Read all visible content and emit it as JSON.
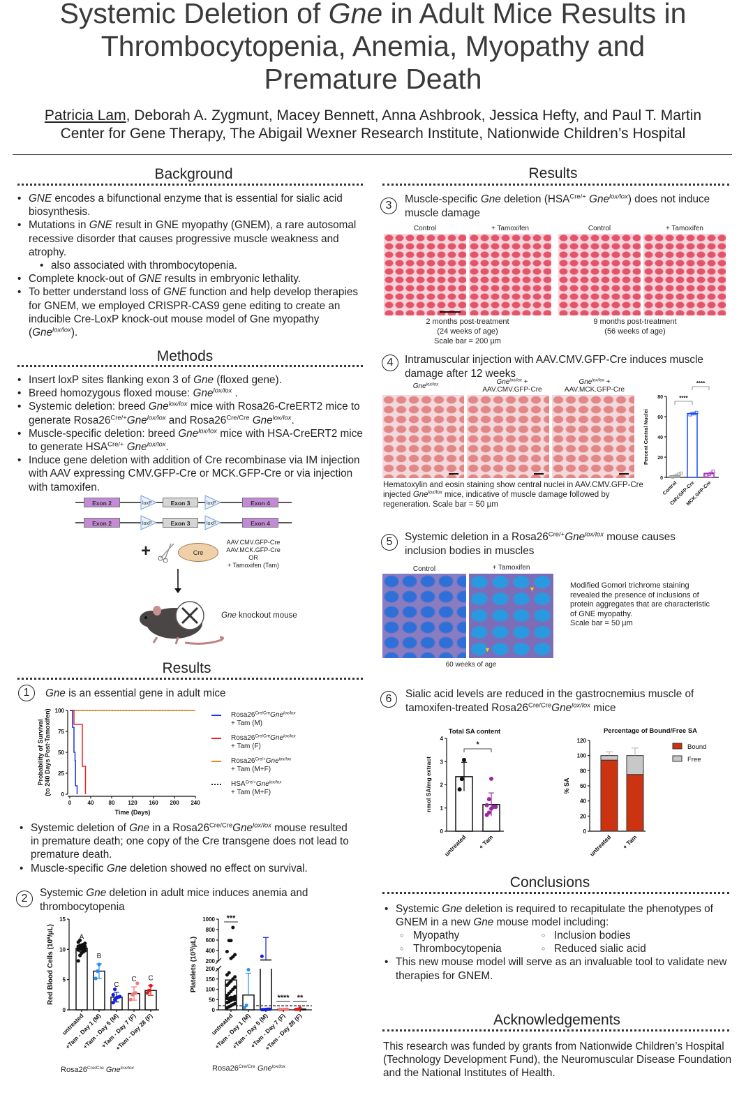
{
  "header": {
    "title_lines": [
      [
        "Systemic Deletion of ",
        {
          "i": "Gne"
        },
        " in Adult Mice Results in"
      ],
      [
        "Thrombocytopenia, Anemia, Myopathy and"
      ],
      [
        "Premature Death"
      ]
    ],
    "presenter": "Patricia Lam",
    "coauthors": ", Deborah A. Zygmunt, Macey Bennett, Anna Ashbrook, Jessica Hefty, and Paul T. Martin",
    "affiliation": "Center for Gene Therapy, The Abigail Wexner Research Institute, Nationwide Children’s Hospital"
  },
  "background": {
    "heading": "Background",
    "bullets": [
      {
        "sub": false,
        "text": [
          {
            "i": "GNE"
          },
          " encodes a bifunctional enzyme that is essential for sialic acid biosynthesis."
        ]
      },
      {
        "sub": false,
        "text": [
          "Mutations in ",
          {
            "i": "GNE"
          },
          " result in GNE myopathy (GNEM), a rare autosomal recessive disorder that causes progressive muscle weakness and atrophy."
        ]
      },
      {
        "sub": true,
        "text": [
          "also associated with thrombocytopenia."
        ]
      },
      {
        "sub": false,
        "text": [
          "Complete knock-out of ",
          {
            "i": "GNE"
          },
          " results in embryonic lethality."
        ]
      },
      {
        "sub": false,
        "text": [
          "To better understand loss of ",
          {
            "i": "GNE"
          },
          " function and help develop therapies for GNEM, we employed CRISPR-CAS9 gene editing to create an inducible Cre-LoxP knock-out mouse model of Gne myopathy (",
          {
            "i": "Gne"
          },
          {
            "isup": "lox/lox"
          },
          ")."
        ]
      }
    ]
  },
  "methods": {
    "heading": "Methods",
    "bullets": [
      {
        "sub": false,
        "text": [
          "Insert loxP sites flanking exon 3 of ",
          {
            "i": "Gne"
          },
          " (floxed gene)."
        ]
      },
      {
        "sub": false,
        "text": [
          "Breed homozygous floxed mouse: ",
          {
            "i": "Gne"
          },
          {
            "isup": "lox/lox"
          },
          " ."
        ]
      },
      {
        "sub": false,
        "text": [
          "Systemic deletion: breed ",
          {
            "i": "Gne"
          },
          {
            "isup": "lox/lox"
          },
          " mice with Rosa26-CreERT2 mice to generate Rosa26",
          {
            "sup": "Cre/+"
          },
          {
            "i": "Gne"
          },
          {
            "isup": "lox/lox"
          },
          " and Rosa26",
          {
            "sup": "Cre/Cre"
          },
          " ",
          {
            "i": "Gne"
          },
          {
            "isup": "lox/lox"
          },
          "."
        ]
      },
      {
        "sub": false,
        "text": [
          "Muscle-specific deletion: breed ",
          {
            "i": "Gne"
          },
          {
            "isup": "lox/lox"
          },
          " mice with HSA-CreERT2 mice to generate HSA",
          {
            "sup": "Cre/+"
          },
          " ",
          {
            "i": "Gne"
          },
          {
            "isup": "lox/lox"
          },
          "."
        ]
      },
      {
        "sub": false,
        "text": [
          "Induce gene deletion with addition of Cre recombinase via IM injection with AAV expressing CMV.GFP-Cre or MCK.GFP-Cre or via injection with tamoxifen."
        ]
      }
    ],
    "diagram": {
      "exon2": "Exon 2",
      "exon3": "Exon 3",
      "exon4": "Exon 4",
      "loxp": "loxP",
      "plus": "+",
      "cre": "Cre",
      "vectors": [
        "AAV.CMV.GFP-Cre",
        "AAV.MCK.GFP-Cre",
        "OR",
        "+ Tamoxifen (Tam)"
      ],
      "mouse_label": [
        {
          "i": "Gne"
        },
        " knockout mouse"
      ]
    }
  },
  "results_left": {
    "heading": "Results",
    "fig1": {
      "number": "1",
      "title": [
        {
          "i": "Gne"
        },
        " is an essential gene in adult mice"
      ],
      "legend": [
        {
          "color": "#2233dd",
          "style": "solid",
          "line1": [
            "Rosa26",
            {
              "sup": "Cre/Cre"
            },
            {
              "i": "Gne"
            },
            {
              "isup": "lox/lox"
            }
          ],
          "line2": "+ Tam (M)"
        },
        {
          "color": "#ee2222",
          "style": "solid",
          "line1": [
            "Rosa26",
            {
              "sup": "Cre/Cre"
            },
            {
              "i": "Gne"
            },
            {
              "isup": "lox/lox"
            }
          ],
          "line2": "+ Tam (F)"
        },
        {
          "color": "#e08a1e",
          "style": "solid",
          "line1": [
            "Rosa26",
            {
              "sup": "Cre/+"
            },
            {
              "i": "Gne"
            },
            {
              "isup": "lox/lox"
            }
          ],
          "line2": "+ Tam (M+F)"
        },
        {
          "color": "#222222",
          "style": "dotted",
          "line1": [
            "HSA",
            {
              "sup": "Cre/+"
            },
            {
              "i": "Gne"
            },
            {
              "isup": "lox/lox"
            }
          ],
          "line2": "+ Tam (M+F)"
        }
      ],
      "bullets": [
        {
          "sub": false,
          "text": [
            "Systemic deletion of ",
            {
              "i": "Gne"
            },
            " in a Rosa26",
            {
              "sup": "Cre/Cre"
            },
            {
              "i": "Gne"
            },
            {
              "isup": "lox/lox"
            },
            " mouse resulted in premature death; one copy of the Cre transgene does not lead to premature death."
          ]
        },
        {
          "sub": false,
          "text": [
            "Muscle-specific ",
            {
              "i": "Gne"
            },
            " deletion showed no effect on survival."
          ]
        }
      ]
    },
    "fig2": {
      "number": "2",
      "title": [
        "Systemic ",
        {
          "i": "Gne"
        },
        " deletion in adult mice induces anemia and thrombocytopenia"
      ],
      "genotype": [
        "Rosa26",
        {
          "sup": "Cre/Cre"
        },
        " ",
        {
          "i": "Gne"
        },
        {
          "isup": "lox/lox"
        }
      ]
    }
  },
  "results_right": {
    "heading": "Results",
    "fig3": {
      "number": "3",
      "title": [
        "Muscle-specific ",
        {
          "i": "Gne"
        },
        " deletion (HSA",
        {
          "sup": "Cre/+"
        },
        " ",
        {
          "i": "Gne"
        },
        {
          "isup": "lox/lox"
        },
        ") does not induce muscle damage"
      ],
      "labels": [
        "Control",
        "+ Tamoxifen",
        "Control",
        "+ Tamoxifen"
      ],
      "caption_left": [
        "2 months post-treatment",
        "(24 weeks of age)",
        "Scale bar = 200 µm"
      ],
      "caption_right": [
        "9 months post-treatment",
        "(56 weeks of age)"
      ]
    },
    "fig4": {
      "number": "4",
      "title": [
        "Intramuscular injection with AAV.CMV.GFP-Cre induces muscle damage after 12 weeks"
      ],
      "labels": [
        [
          {
            "i": "Gne"
          },
          {
            "isup": "lox/lox"
          }
        ],
        [
          {
            "i": "Gne"
          },
          {
            "isup": "lox/lox"
          },
          " +",
          {
            "br": ""
          },
          "AAV.CMV.GFP-Cre"
        ],
        [
          {
            "i": "Gne"
          },
          {
            "isup": "lox/lox"
          },
          " +",
          {
            "br": ""
          },
          "AAV.MCK.GFP-Cre"
        ]
      ],
      "caption": [
        "Hematoxylin and eosin staining show central nuclei in AAV.CMV.GFP-Cre injected ",
        {
          "i": "Gne"
        },
        {
          "isup": "lox/lox"
        },
        " mice, indicative of muscle damage followed by regeneration.  Scale bar = 50 µm"
      ]
    },
    "fig5": {
      "number": "5",
      "title": [
        "Systemic deletion in a Rosa26",
        {
          "sup": "Cre/+"
        },
        {
          "i": "Gne"
        },
        {
          "isup": "lox/lox"
        },
        " mouse causes inclusion bodies in muscles"
      ],
      "labels": [
        "Control",
        "+ Tamoxifen"
      ],
      "age": "60 weeks of age",
      "caption": [
        "Modified Gomori trichrome staining revealed the presence of inclusions of protein aggregates that are characteristic of GNE myopathy.",
        {
          "br": ""
        },
        "Scale bar = 50 µm"
      ]
    },
    "fig6": {
      "number": "6",
      "title": [
        "Sialic acid levels are reduced in the gastrocnemius muscle of tamoxifen-treated Rosa26",
        {
          "sup": "Cre/Cre"
        },
        {
          "i": "Gne"
        },
        {
          "isup": "lox/lox"
        },
        " mice"
      ]
    }
  },
  "conclusions": {
    "heading": "Conclusions",
    "bullet1": [
      "Systemic ",
      {
        "i": "Gne"
      },
      " deletion is required to recapitulate the phenotypes of GNEM in a new ",
      {
        "i": "Gne"
      },
      " mouse model including:"
    ],
    "subitems": [
      "Myopathy",
      "Inclusion bodies",
      "Thrombocytopenia",
      "Reduced sialic acid"
    ],
    "bullet2": [
      "This new mouse model will serve as an invaluable tool to validate new therapies for GNEM."
    ]
  },
  "acknowledgements": {
    "heading": "Acknowledgements",
    "text": "This research was funded by grants from Nationwide Children’s Hospital (Technology Development Fund), the Neuromuscular Disease Foundation and the National Institutes of Health."
  },
  "chart_data": [
    {
      "type": "line",
      "id": "survival",
      "xlabel": "Time (Days)",
      "ylabel": [
        "Probability of Survival",
        "(to 240 Days Post-Tamoxifen)"
      ],
      "xlim": [
        0,
        240
      ],
      "ylim": [
        0,
        100
      ],
      "xticks": [
        0,
        40,
        80,
        120,
        160,
        200,
        240
      ],
      "yticks": [
        0,
        25,
        50,
        75,
        100
      ],
      "series": [
        {
          "name": "Rosa26Cre/Cre Gnelox/lox + Tam (M)",
          "color": "#2233dd",
          "dash": "",
          "times": [
            0,
            5,
            8,
            10,
            11,
            14
          ],
          "survival": [
            100,
            80,
            50,
            40,
            10,
            0
          ]
        },
        {
          "name": "Rosa26Cre/Cre Gnelox/lox + Tam (F)",
          "color": "#ee2222",
          "dash": "",
          "times": [
            0,
            8,
            24,
            30
          ],
          "survival": [
            100,
            83.3,
            33.3,
            0
          ]
        },
        {
          "name": "Rosa26Cre/+ Gnelox/lox + Tam (M+F)",
          "color": "#e08a1e",
          "dash": "",
          "times": [
            0,
            240
          ],
          "survival": [
            100,
            100
          ]
        },
        {
          "name": "HSACre/+ Gnelox/lox + Tam (M+F)",
          "color": "#222222",
          "dash": "2,2",
          "times": [
            0,
            240
          ],
          "survival": [
            100,
            100
          ]
        }
      ]
    },
    {
      "type": "bar",
      "id": "rbc",
      "ylabel": [
        "Red Blood Cells (10",
        {
          "sup": "6"
        },
        "/µL)"
      ],
      "ylim": [
        0,
        15
      ],
      "yticks": [
        0,
        5,
        10,
        15
      ],
      "categories": [
        "untreated",
        "+Tam - Day 1 (M)",
        "+Tam - Day 5 (M)",
        "+Tam - Day 7 (F)",
        "+Tam - Day 28 (F)"
      ],
      "values": [
        10.2,
        6.4,
        2.1,
        2.7,
        3.2
      ],
      "sd": [
        0.6,
        1.2,
        0.8,
        1.1,
        0.8
      ],
      "letters": [
        "A",
        "B",
        "C",
        "C",
        "C"
      ],
      "colors": [
        "#111111",
        "#2a8cf0",
        "#1020d8",
        "#f07878",
        "#e01818"
      ],
      "points": [
        [
          8.1,
          9.0,
          9.4,
          9.6,
          9.8,
          9.9,
          10.0,
          10.1,
          10.1,
          10.2,
          10.2,
          10.3,
          10.3,
          10.4,
          10.5,
          10.5,
          10.6,
          10.7,
          10.8,
          11.0,
          11.2,
          11.5
        ],
        [
          5.2,
          6.4,
          7.5
        ],
        [
          1.2,
          1.7,
          2.0,
          2.1,
          2.2,
          2.5,
          3.4
        ],
        [
          1.7,
          2.5,
          2.7,
          2.8,
          4.4
        ],
        [
          2.8,
          3.2,
          4.0
        ]
      ]
    },
    {
      "type": "bar",
      "id": "platelets",
      "ylabel": [
        "Platelets (10",
        {
          "sup": "3"
        },
        "/µL)"
      ],
      "ylim": [
        0,
        1000
      ],
      "axis_break": 200,
      "yticks_lower": [
        0,
        50,
        100,
        150,
        200
      ],
      "yticks_upper": [
        200,
        400,
        600,
        800,
        1000
      ],
      "threshold": 20,
      "categories": [
        "untreated",
        "+Tam - Day 1 (M)",
        "+Tam - Day 5 (M)",
        "+Tam - Day 7 (F)",
        "+Tam - Day 28 (F)"
      ],
      "values": [
        145,
        72,
        220,
        2,
        4
      ],
      "sd": [
        0,
        106,
        430,
        0,
        0
      ],
      "significance": [
        "***",
        "",
        "",
        "****",
        "**"
      ],
      "colors": [
        "#111111",
        "#2a8cf0",
        "#1020d8",
        "#f07878",
        "#e01818"
      ],
      "points": [
        [
          10,
          15,
          20,
          25,
          30,
          35,
          40,
          45,
          50,
          50,
          55,
          55,
          60,
          60,
          65,
          70,
          80,
          90,
          100,
          110,
          120,
          130,
          140,
          150,
          160,
          170,
          180,
          250,
          280,
          320,
          380,
          590,
          590,
          840
        ],
        [
          10,
          22,
          195
        ],
        [
          1,
          1,
          2,
          3,
          3,
          290
        ],
        [
          1,
          1,
          2,
          2,
          3,
          3
        ],
        [
          2,
          3,
          8
        ]
      ]
    },
    {
      "type": "bar",
      "id": "central-nuclei",
      "ylabel": "Percent Central Nuclei",
      "ylim": [
        0,
        80
      ],
      "yticks": [
        0,
        20,
        40,
        60,
        80
      ],
      "categories": [
        "Control",
        "CMV.GFP-Cre",
        "MCK.GFP-Cre"
      ],
      "values": [
        1.5,
        63,
        4
      ],
      "colors": [
        "#999999",
        "#1a4dff",
        "#9b30b0"
      ],
      "points": [
        [
          0.5,
          1,
          2,
          3,
          4
        ],
        [
          62,
          63,
          63,
          64
        ],
        [
          2,
          3,
          4,
          6
        ]
      ],
      "significance": [
        {
          "pair": [
            0,
            1
          ],
          "label": "****"
        },
        {
          "pair": [
            1,
            2
          ],
          "label": "****"
        }
      ]
    },
    {
      "type": "bar",
      "id": "total-sa",
      "title": "Total SA content",
      "ylabel": "nmol SA/mg extract",
      "ylim": [
        0,
        4
      ],
      "yticks": [
        0,
        1,
        2,
        3,
        4
      ],
      "categories": [
        "untreated",
        "+ Tam"
      ],
      "values": [
        2.35,
        1.15
      ],
      "sd": [
        0.62,
        0.5
      ],
      "colors": [
        "#111111",
        "#9b2aa0"
      ],
      "points": [
        [
          1.8,
          2.25,
          3.07
        ],
        [
          0.7,
          0.8,
          0.97,
          1.05,
          1.05,
          1.12,
          1.38,
          2.26
        ]
      ],
      "significance": [
        {
          "pair": [
            0,
            1
          ],
          "label": "*"
        }
      ]
    },
    {
      "type": "stacked-bar",
      "id": "bound-free-sa",
      "title": "Percentage of Bound/Free SA",
      "ylabel": "% SA",
      "ylim": [
        0,
        120
      ],
      "yticks": [
        0,
        20,
        40,
        60,
        80,
        100,
        120
      ],
      "categories": [
        "untreated",
        "+ Tam"
      ],
      "legend_position": "top-right",
      "series": [
        {
          "name": "Bound",
          "color": "#cc3311",
          "values": [
            94,
            75
          ],
          "sd": [
            6,
            11
          ]
        },
        {
          "name": "Free",
          "color": "#c8c8c8",
          "values": [
            6,
            25
          ],
          "sd": [
            5,
            10
          ]
        }
      ]
    }
  ]
}
